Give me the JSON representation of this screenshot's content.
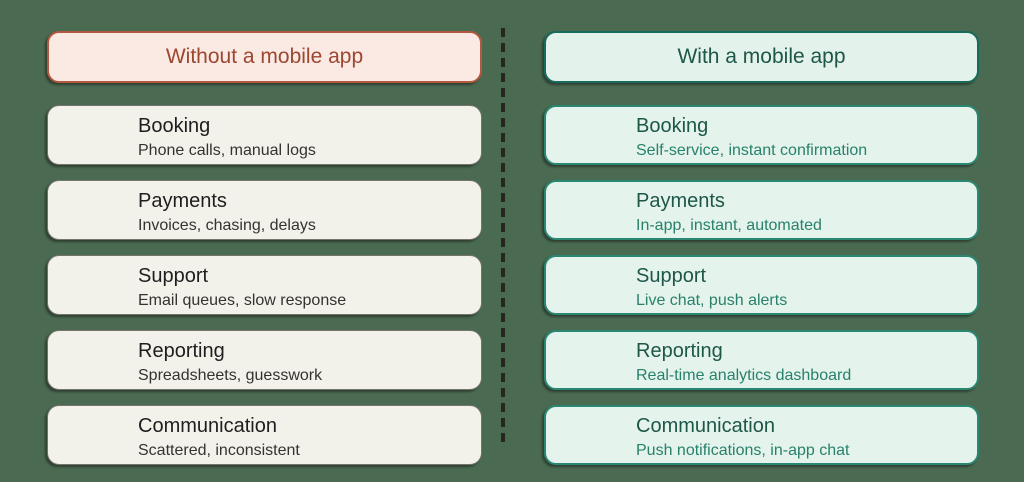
{
  "page": {
    "background_color": "#4a6b52",
    "divider_color": "#26261e"
  },
  "columns": [
    {
      "id": "without",
      "header": {
        "label": "Without a mobile app",
        "bg_color": "#fbe9e4",
        "border_color": "#b2593f",
        "text_color": "#9c4730"
      },
      "card_colors": {
        "bg": "#f3f2ea",
        "border": "#75756e",
        "title": "#1e1e1e",
        "subtitle": "#33332f"
      },
      "rows": [
        {
          "title": "Booking",
          "subtitle": "Phone calls, manual logs"
        },
        {
          "title": "Payments",
          "subtitle": "Invoices, chasing, delays"
        },
        {
          "title": "Support",
          "subtitle": "Email queues, slow response"
        },
        {
          "title": "Reporting",
          "subtitle": "Spreadsheets, guesswork"
        },
        {
          "title": "Communication",
          "subtitle": "Scattered, inconsistent"
        }
      ]
    },
    {
      "id": "with",
      "header": {
        "label": "With a mobile app",
        "bg_color": "#e3f2eb",
        "border_color": "#176a5c",
        "text_color": "#1d5748"
      },
      "card_colors": {
        "bg": "#e4f3ec",
        "border": "#2a8772",
        "title": "#1d5748",
        "subtitle": "#28816a"
      },
      "rows": [
        {
          "title": "Booking",
          "subtitle": "Self-service, instant confirmation"
        },
        {
          "title": "Payments",
          "subtitle": "In-app, instant, automated"
        },
        {
          "title": "Support",
          "subtitle": "Live chat, push alerts"
        },
        {
          "title": "Reporting",
          "subtitle": "Real-time analytics dashboard"
        },
        {
          "title": "Communication",
          "subtitle": "Push notifications, in-app chat"
        }
      ]
    }
  ]
}
